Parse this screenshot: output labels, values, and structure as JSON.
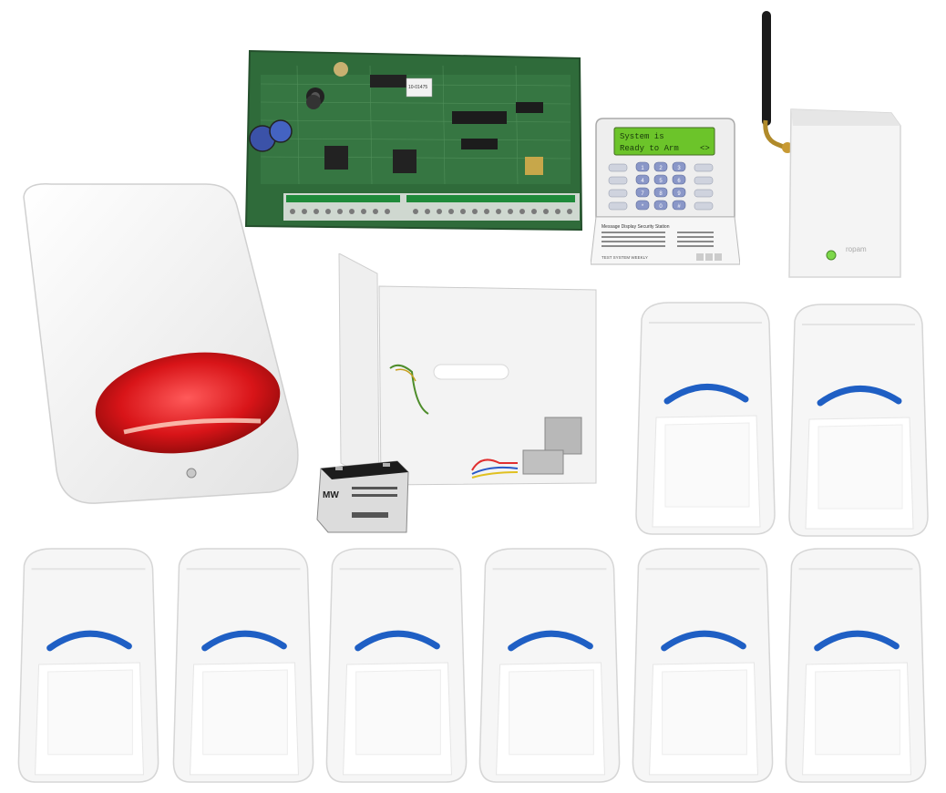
{
  "keypad": {
    "lcd_line1": "System is",
    "lcd_line2": "Ready to Arm",
    "lcd_arrows": "<>",
    "panel_heading": "Message Display Security Station",
    "footer_text": "TEST SYSTEM WEEKLY",
    "keys": [
      "1",
      "2",
      "3",
      "4",
      "5",
      "6",
      "7",
      "8",
      "9",
      "*",
      "0",
      "#"
    ]
  },
  "pcb": {
    "chip_label": "10-01475"
  },
  "gsm_module": {
    "brand": "ropam"
  },
  "battery": {
    "brand": "MW"
  },
  "colors": {
    "siren_lens": "#d81418",
    "pcb_green": "#2f6b3a",
    "lcd_green": "#6cc42a",
    "detector_stripe": "#1f5fc4"
  },
  "detectors": {
    "count": 8
  }
}
